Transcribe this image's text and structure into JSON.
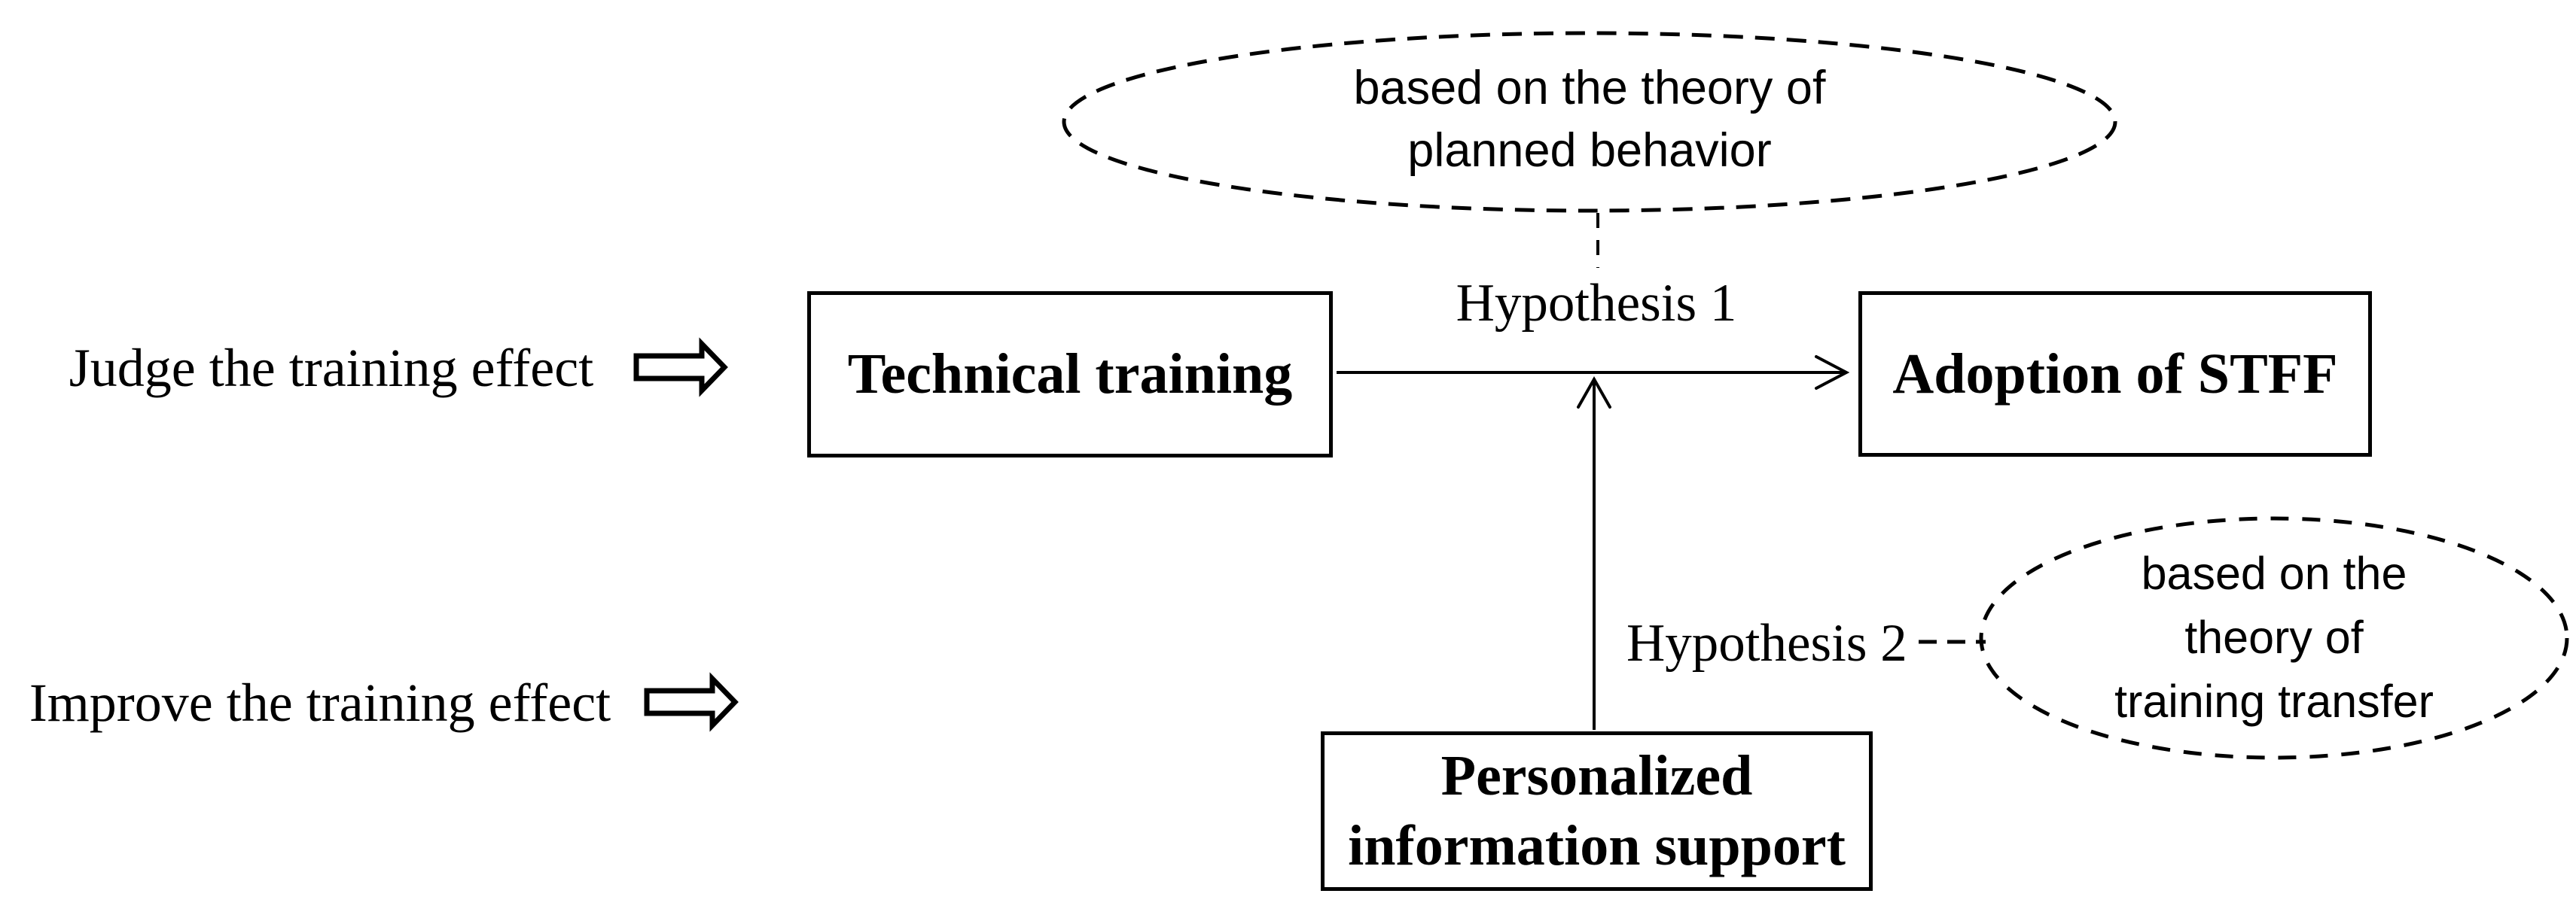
{
  "diagram": {
    "background": "#ffffff",
    "ink_color": "#000000",
    "left_annotations": [
      "Judge the training effect",
      "Improve the training effect"
    ],
    "boxes": {
      "technical": {
        "label": "Technical training"
      },
      "adoption": {
        "label": "Adoption of STFF"
      },
      "personalized": {
        "line1": "Personalized",
        "line2": "information support"
      }
    },
    "hypothesis1": {
      "label": "Hypothesis 1"
    },
    "hypothesis2": {
      "label": "Hypothesis 2"
    },
    "theory_planned_behavior": {
      "line1": "based on the theory of",
      "line2": "planned behavior"
    },
    "theory_training_transfer": {
      "line1": "based on the",
      "line2": "theory of",
      "line3": "training transfer"
    }
  }
}
